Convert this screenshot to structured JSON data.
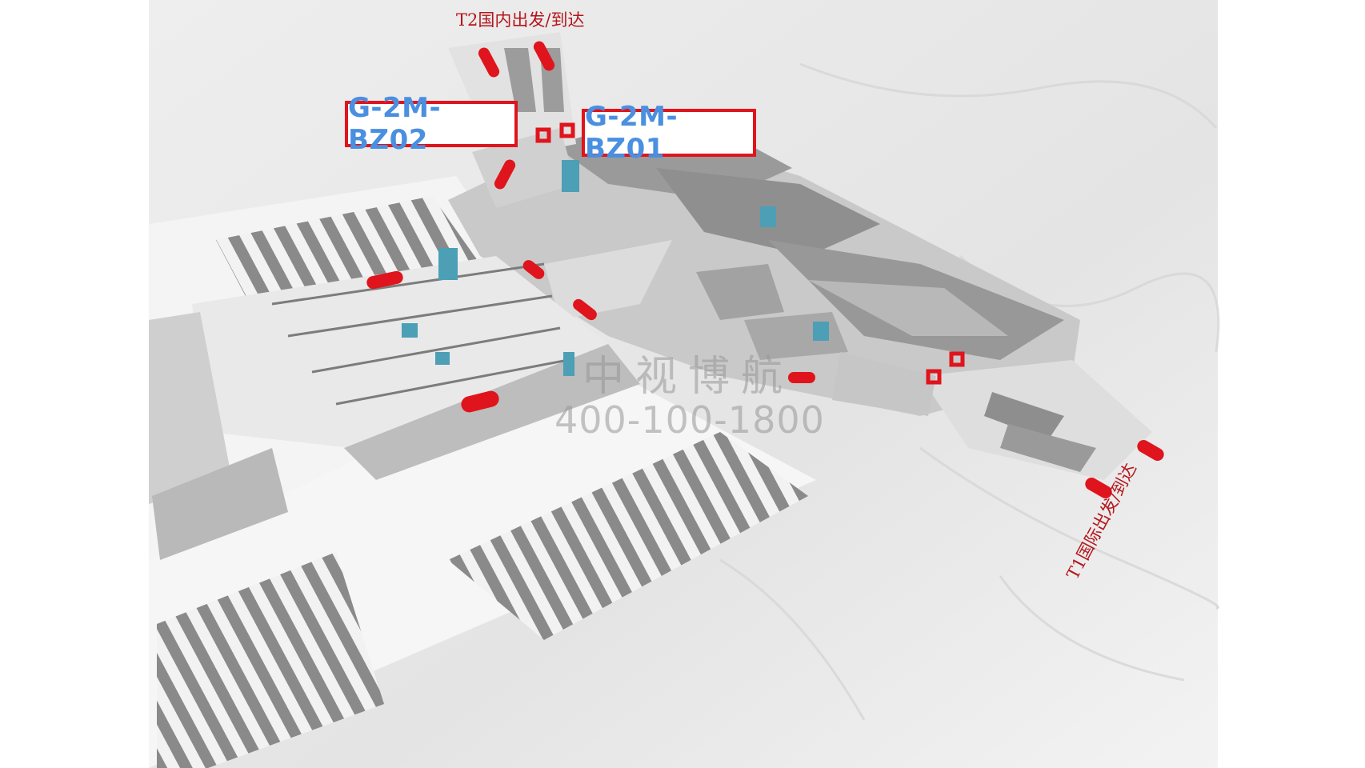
{
  "terminals": {
    "t2_label": "T2国内出发/到达",
    "t1_label": "T1国际出发/到达"
  },
  "ad_spots": {
    "bz02": "G-2M-BZ02",
    "bz01": "G-2M-BZ01"
  },
  "watermark": {
    "name": "中视博航",
    "phone": "400-100-1800"
  },
  "colors": {
    "highlight_red": "#e0141c",
    "tag_text_blue": "#4a8fe0",
    "terminal_label_red": "#b5151b",
    "building_grey": "#9a9a9a",
    "floor_light": "#e6e6e6",
    "glass_teal": "#4c9fb5"
  }
}
